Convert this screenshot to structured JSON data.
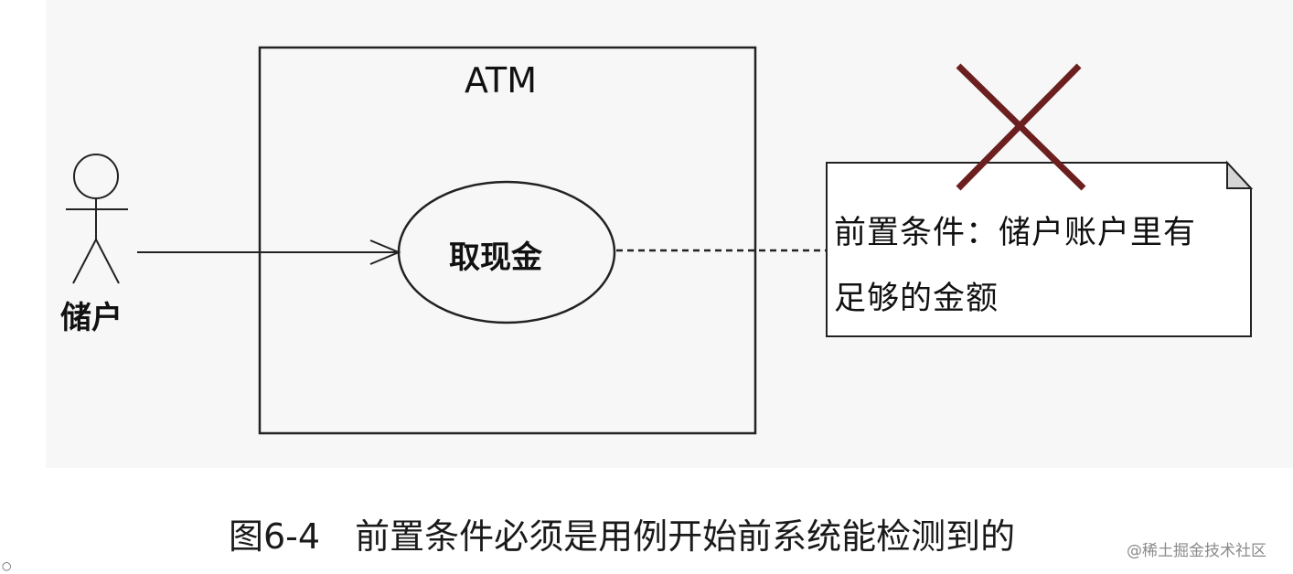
{
  "diagram": {
    "system_title": "ATM",
    "use_case": "取现金",
    "actor": "储户",
    "note_line1": "前置条件：储户账户里有",
    "note_line2": "足够的金额",
    "cross_color": "#6b1f1f"
  },
  "caption": "图6-4　前置条件必须是用例开始前系统能检测到的",
  "watermark": "@稀土掘金技术社区",
  "corner_glyph": "○"
}
